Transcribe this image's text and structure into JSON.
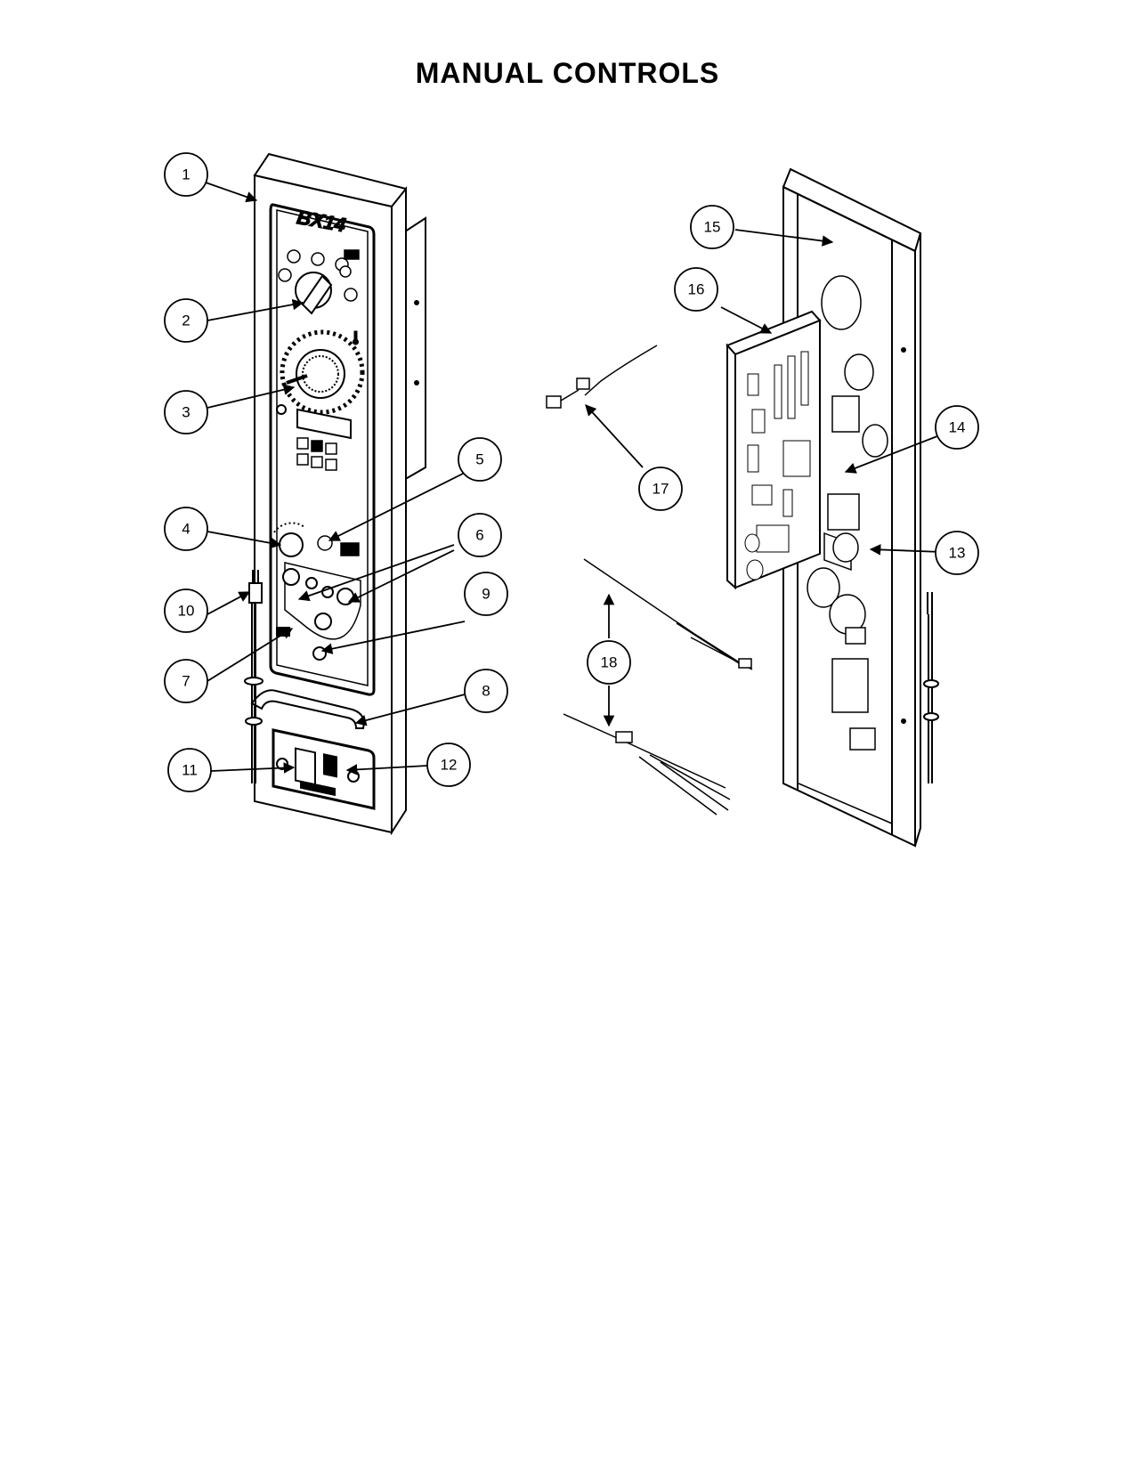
{
  "title": "MANUAL CONTROLS",
  "panel_brand": "BX14",
  "callouts": [
    "1",
    "2",
    "3",
    "4",
    "5",
    "6",
    "7",
    "8",
    "9",
    "10",
    "11",
    "12",
    "13",
    "14",
    "15",
    "16",
    "17",
    "18"
  ]
}
